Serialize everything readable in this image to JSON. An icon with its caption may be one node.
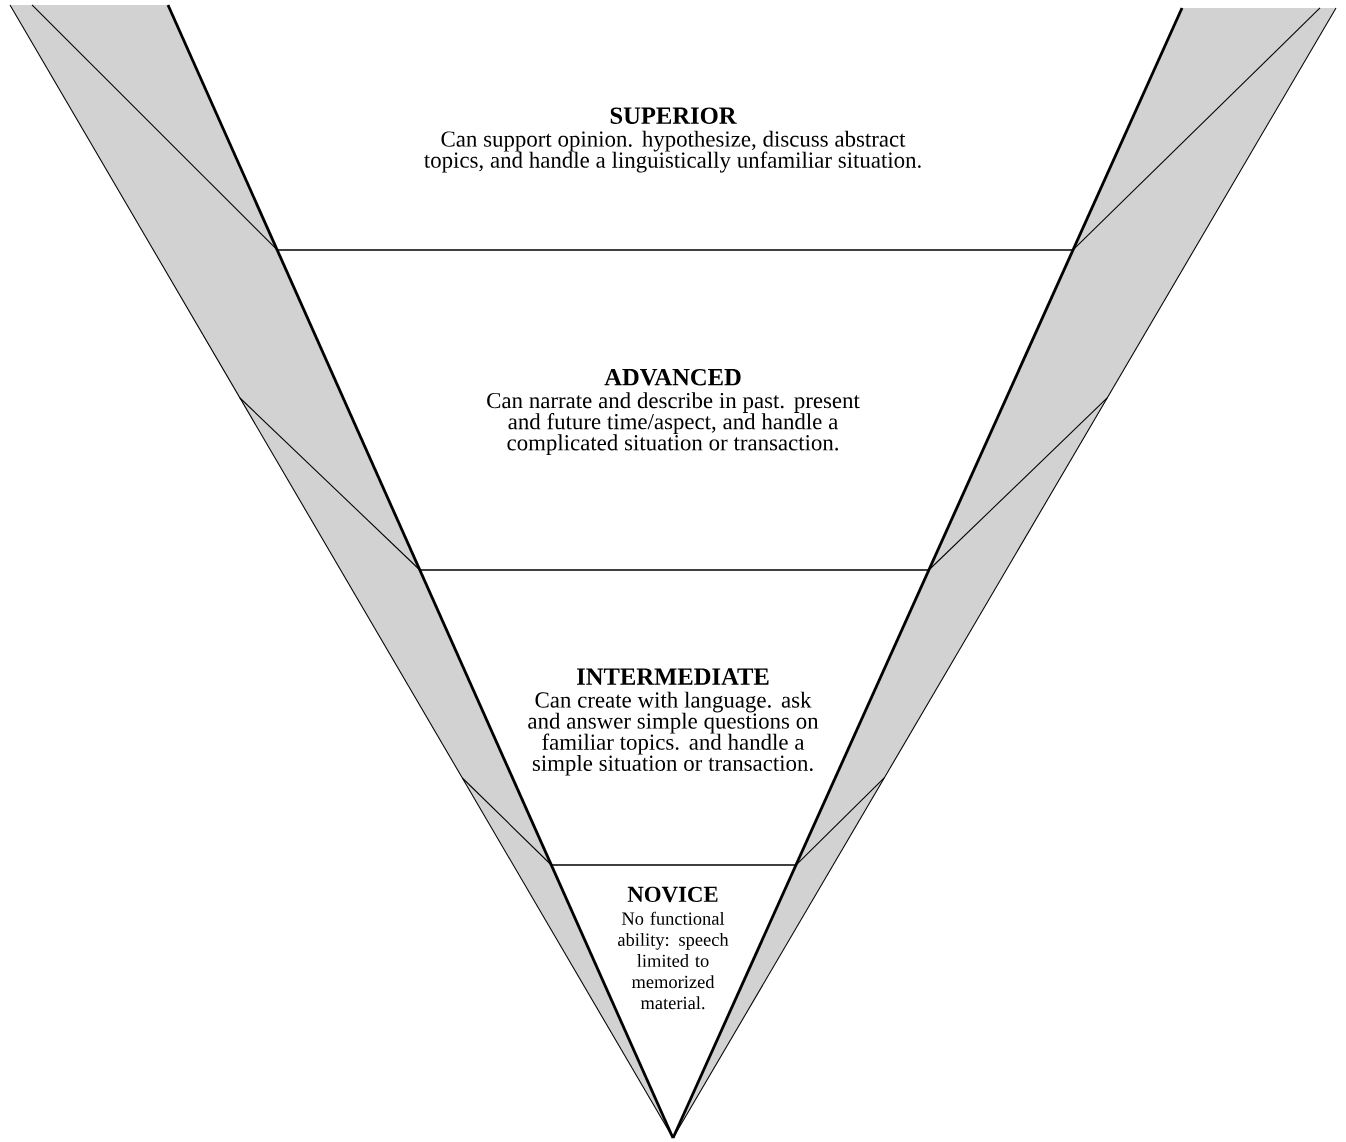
{
  "diagram": {
    "nodes": [
      {
        "text": [
          "SUPERIOR",
          "Can support opinion. hypothesize, discuss abstract topics, and handle a linguistically unfamiliar situation."
        ]
      },
      {
        "text": [
          "ADVANCED",
          "Can narrate and describe in past. present and future time/aspect, and handle a complicated situation or transaction."
        ]
      },
      {
        "text": [
          "INTERMEDIATE",
          "Can create with language. ask and answer simple questions on familiar topics. and handle a simple situation or transaction."
        ]
      },
      {
        "text": [
          "NOVICE",
          "No functional ability: speech limited to memorized material."
        ]
      }
    ]
  }
}
